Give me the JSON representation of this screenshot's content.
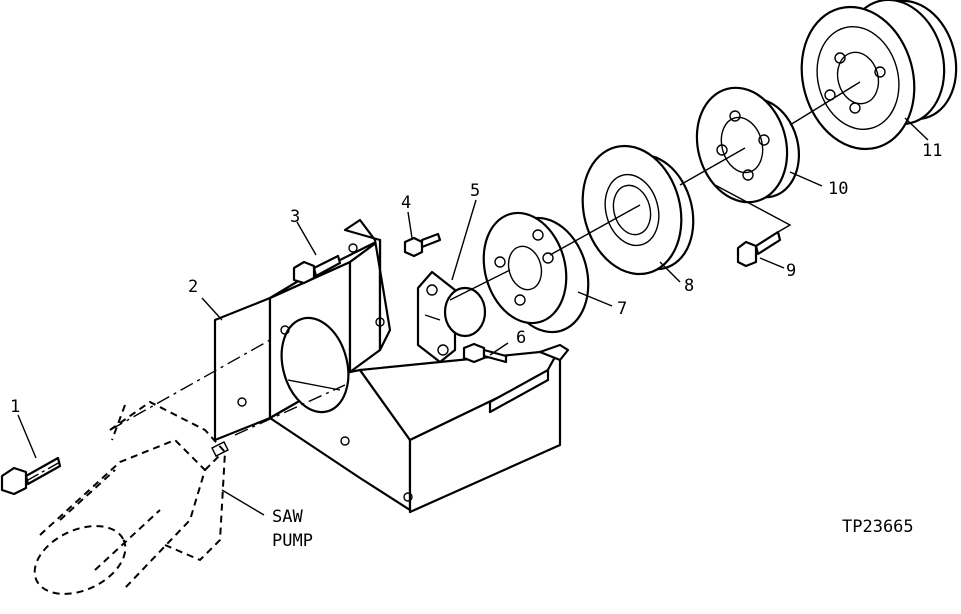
{
  "figure_id": "TP23665",
  "callouts": {
    "c1": "1",
    "c2": "2",
    "c3": "3",
    "c4": "4",
    "c5": "5",
    "c6": "6",
    "c7": "7",
    "c8": "8",
    "c9": "9",
    "c10": "10",
    "c11": "11"
  },
  "saw_pump_label": {
    "line1": "SAW",
    "line2": "PUMP"
  }
}
